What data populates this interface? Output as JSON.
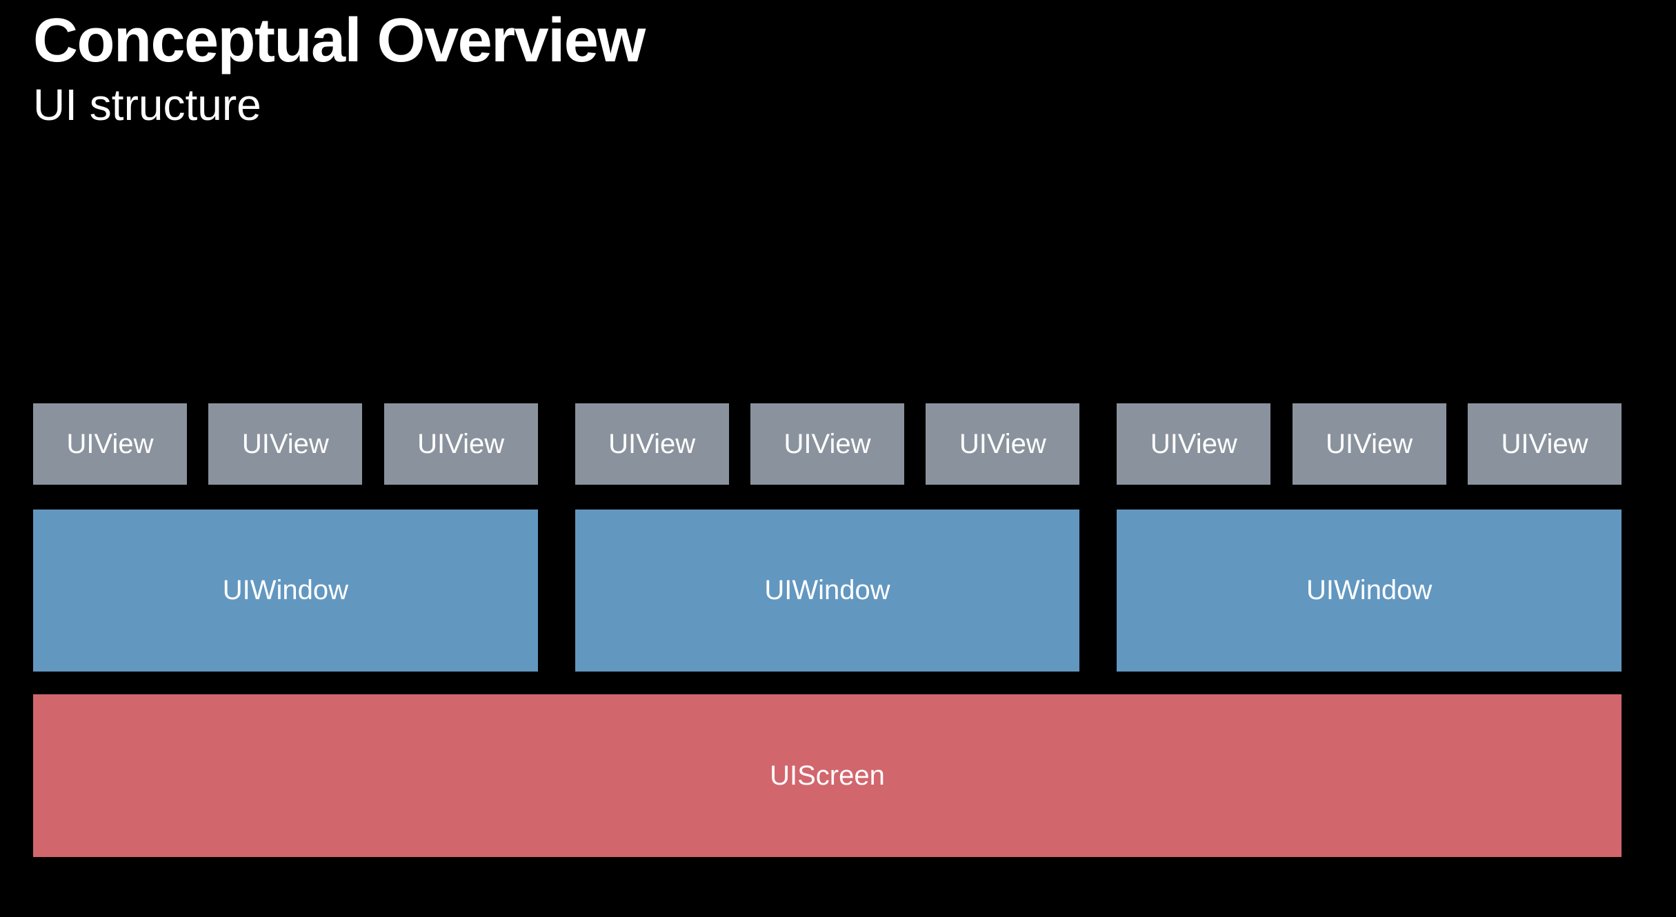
{
  "slide": {
    "title": "Conceptual Overview",
    "subtitle": "UI structure"
  },
  "colors": {
    "background": "#000000",
    "text": "#ffffff",
    "view-fill": "#8a939d",
    "window-fill": "#6297c0",
    "screen-fill": "#d2666d"
  },
  "diagram": {
    "groups": [
      {
        "views": [
          "UIView",
          "UIView",
          "UIView"
        ],
        "window": "UIWindow"
      },
      {
        "views": [
          "UIView",
          "UIView",
          "UIView"
        ],
        "window": "UIWindow"
      },
      {
        "views": [
          "UIView",
          "UIView",
          "UIView"
        ],
        "window": "UIWindow"
      }
    ],
    "screen": "UIScreen"
  }
}
